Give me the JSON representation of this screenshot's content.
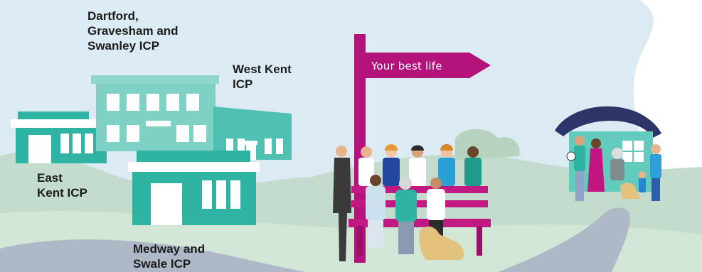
{
  "labels": {
    "dgs": "Dartford,\nGravesham and\nSwanley ICP",
    "west_kent": "West Kent\nICP",
    "east_kent": "East\nKent ICP",
    "medway": "Medway and\nSwale ICP"
  },
  "signpost": {
    "text": "Your best life"
  },
  "colors": {
    "sky": "#dcebf3",
    "hills": "#bcd8c9",
    "path": "#aeb8c6",
    "teal": "#2fb3a3",
    "teal_light": "#62cbbd",
    "teal_dark": "#1f8e80",
    "magenta": "#b3127a",
    "roof": "#2e3368"
  }
}
